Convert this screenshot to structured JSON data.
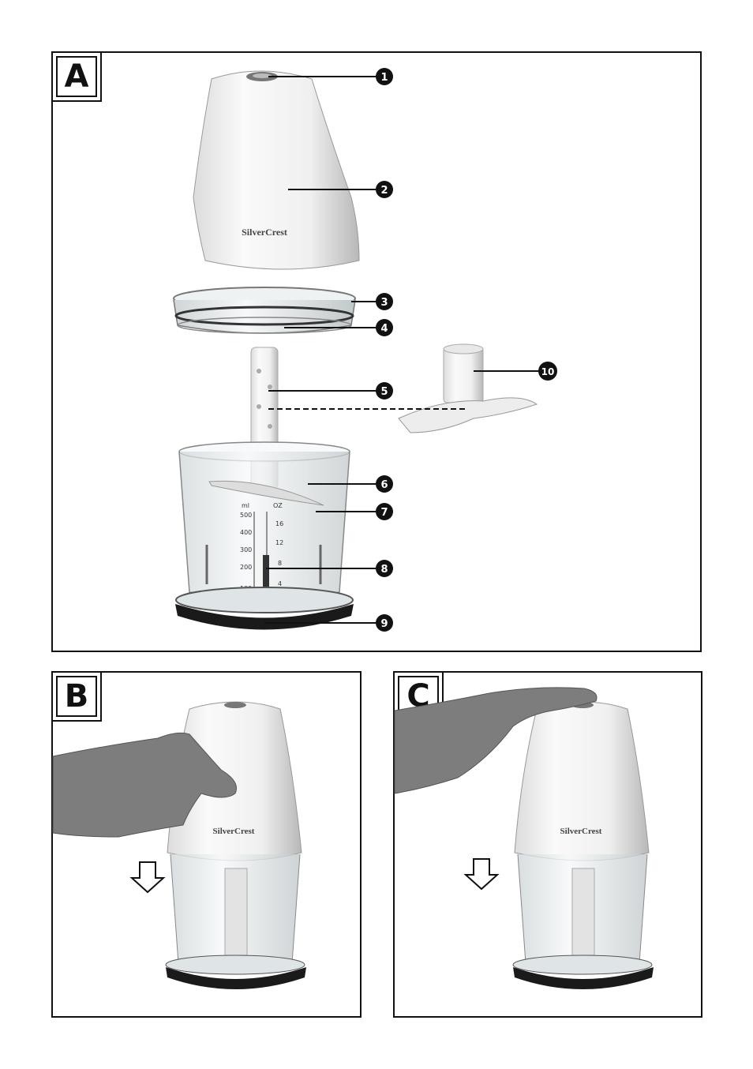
{
  "panels": {
    "a": {
      "label": "A"
    },
    "b": {
      "label": "B"
    },
    "c": {
      "label": "C"
    }
  },
  "brand": "SilverCrest",
  "callouts": [
    "1",
    "2",
    "3",
    "4",
    "5",
    "6",
    "7",
    "8",
    "9",
    "10"
  ],
  "scale": {
    "ml_unit": "ml",
    "oz_unit": "OZ",
    "ml_marks": [
      "500",
      "400",
      "300",
      "200",
      "100"
    ],
    "oz_marks": [
      "16",
      "12",
      "8",
      "4"
    ]
  },
  "colors": {
    "ink": "#111111",
    "shell": "#f2f2f2",
    "shadow": "#bdbdbd",
    "bowl": "#e8eef0",
    "base": "#1a1a1a"
  }
}
